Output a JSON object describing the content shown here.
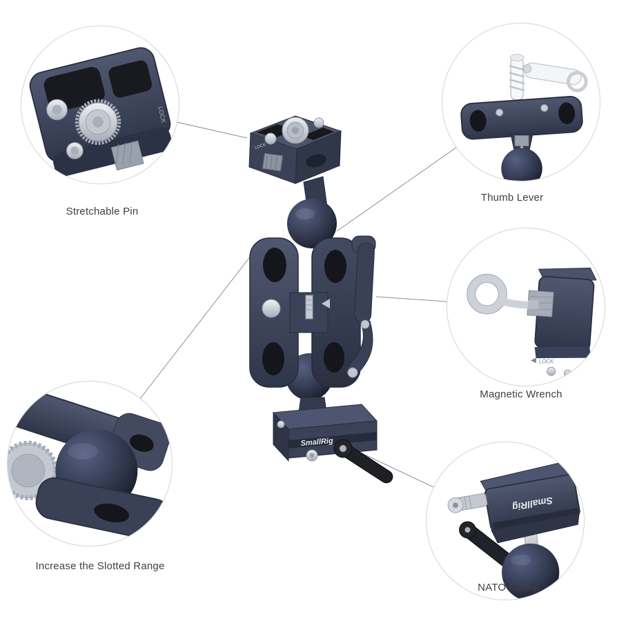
{
  "product": {
    "brand_label": "SmallRig",
    "lock_label": "LOCK"
  },
  "callouts": [
    {
      "id": "stretchable-pin",
      "label": "Stretchable Pin"
    },
    {
      "id": "thumb-lever",
      "label": "Thumb Lever"
    },
    {
      "id": "magnetic-wrench",
      "label": "Magnetic Wrench"
    },
    {
      "id": "increase-slotted-range",
      "label": "Increase the Slotted Range"
    },
    {
      "id": "nato-clamp",
      "label": "NATO Clamp"
    }
  ],
  "colors": {
    "background": "#ffffff",
    "body_navy": "#3b4257",
    "body_navy_light": "#4d5570",
    "body_navy_dark": "#2c3243",
    "silver": "#c9cdd5",
    "black_rubber": "#1b1c21",
    "connector_line": "#8f8f8f",
    "circle_border": "#d4d4d4",
    "label_text": "#3f3f3f"
  }
}
